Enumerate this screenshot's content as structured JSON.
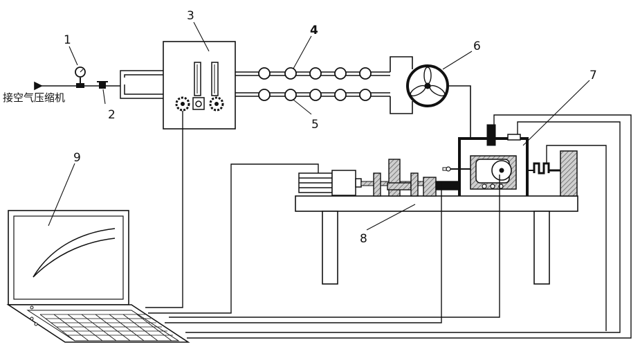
{
  "labels": {
    "inlet": "接空气压缩机",
    "c1": "1",
    "c2": "2",
    "c3": "3",
    "c4": "4",
    "c5": "5",
    "c6": "6",
    "c7": "7",
    "c8": "8",
    "c9": "9"
  },
  "components": {
    "c1": "pressure-gauge",
    "c2": "valve",
    "c3": "flow-control-box",
    "c4": "upper-nozzle-row",
    "c5": "lower-nozzle-row",
    "c6": "fan-chamber",
    "c7": "test-chamber",
    "c8": "test-bench",
    "c9": "laptop"
  },
  "colors": {
    "line": "#111111",
    "hatch": "#9a9a9a",
    "background": "#ffffff"
  }
}
